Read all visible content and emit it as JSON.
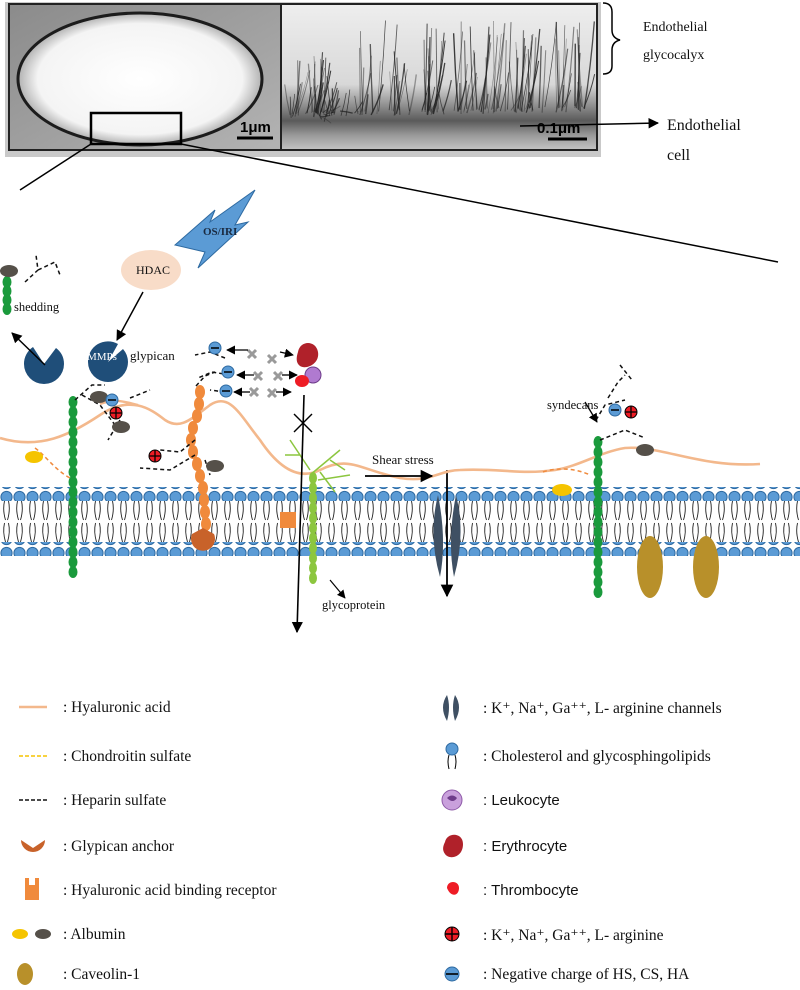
{
  "micrograph": {
    "scale_left": "1μm",
    "scale_right": "0.1μm",
    "label_glycocalyx_line1": "Endothelial",
    "label_glycocalyx_line2": "glycocalyx",
    "label_cell_line1": "Endothelial",
    "label_cell_line2": "cell"
  },
  "diagram": {
    "os_iri": "OS/IRI",
    "hdac": "HDAC",
    "shedding": "shedding",
    "mmps_left": "MMPs",
    "mmps_mid": "MMPs",
    "glypican": "glypican",
    "syndecans": "syndecans",
    "shear_stress": "Shear stress",
    "glycoprotein": "glycoprotein"
  },
  "colors": {
    "hyaluronic_acid": "#f3b88c",
    "membrane_head": "#5b9bd5",
    "syndecan_green": "#1a9a3c",
    "glycoprotein_green": "#8cc63f",
    "receptor_orange": "#f08a3c",
    "glypican_anchor": "#c8622a",
    "mmps_navy": "#1f4e79",
    "hdac_fill": "#f8dcc8",
    "bolt_blue": "#5b9bd5",
    "albumin_yellow": "#f5c400",
    "albumin_grey": "#555049",
    "caveolin": "#b8902a",
    "channel": "#3f5063",
    "erythrocyte": "#b0212a",
    "thrombocyte": "#ee1c25",
    "leukocyte": "#9b59b6"
  },
  "legend": {
    "left": [
      {
        "icon": "hyaluronic-acid-line",
        "text": ": Hyaluronic acid"
      },
      {
        "icon": "chondroitin-sulfate-line",
        "text": ": Chondroitin sulfate"
      },
      {
        "icon": "heparin-sulfate-line",
        "text": ": Heparin sulfate"
      },
      {
        "icon": "glypican-anchor-icon",
        "text": ": Glypican anchor"
      },
      {
        "icon": "hyaluronic-receptor-icon",
        "text": ": Hyaluronic acid binding receptor"
      },
      {
        "icon": "albumin-icon",
        "text": ": Albumin"
      },
      {
        "icon": "caveolin-icon",
        "text": ": Caveolin-1"
      }
    ],
    "right": [
      {
        "icon": "ion-channel-icon",
        "text": ": K⁺, Na⁺, Ga⁺⁺, L- arginine channels"
      },
      {
        "icon": "cholesterol-lipid-icon",
        "text": ": Cholesterol and glycosphingolipids"
      },
      {
        "icon": "leukocyte-icon",
        "text": ": Leukocyte"
      },
      {
        "icon": "erythrocyte-icon",
        "text": ": Erythrocyte"
      },
      {
        "icon": "thrombocyte-icon",
        "text": ": Thrombocyte"
      },
      {
        "icon": "positive-ion-icon",
        "text": ": K⁺,    Na⁺, Ga⁺⁺, L- arginine"
      },
      {
        "icon": "negative-charge-icon",
        "text": ": Negative charge of HS, CS, HA"
      }
    ]
  }
}
